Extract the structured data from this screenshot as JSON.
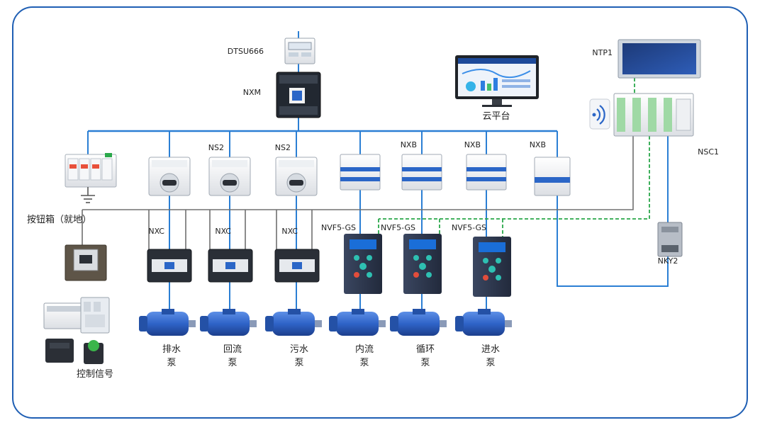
{
  "labels": {
    "meter": "DTSU666",
    "main_breaker": "NXM",
    "cloud_platform": "云平台",
    "hmi": "NTP1",
    "plc": "NSC1",
    "power_supply": "NKY2",
    "box_left": "按钮箱（就地）",
    "control_signal": "控制信号",
    "ns2_a": "NS2",
    "ns2_b": "NS2",
    "nxb_1": "NXB",
    "nxb_2": "NXB",
    "nxb_3": "NXB",
    "nxc_1": "NXC",
    "nxc_2": "NXC",
    "nxc_3": "NXC",
    "vfd_1": "NVF5-GS",
    "vfd_2": "NVF5-GS",
    "vfd_3": "NVF5-GS",
    "pumps": [
      {
        "l1": "排水",
        "l2": "泵"
      },
      {
        "l1": "回流",
        "l2": "泵"
      },
      {
        "l1": "污水",
        "l2": "泵"
      },
      {
        "l1": "内流",
        "l2": "泵"
      },
      {
        "l1": "循环",
        "l2": "泵"
      },
      {
        "l1": "进水",
        "l2": "泵"
      }
    ]
  },
  "colors": {
    "frame": "#1f5fb4",
    "bus": "#2b7fd4",
    "signal": "#707070",
    "comm": "#2aa84a",
    "motor": "#2f63c8"
  }
}
